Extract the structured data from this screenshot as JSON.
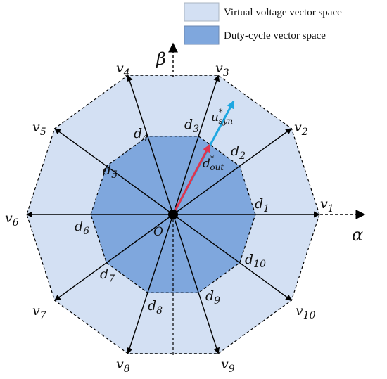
{
  "legend": {
    "items": [
      {
        "label": "Virtual voltage vector space",
        "color": "#d3e0f3"
      },
      {
        "label": "Duty-cycle vector space",
        "color": "#7fa7dd"
      }
    ]
  },
  "axes": {
    "alpha": "α",
    "beta": "β",
    "origin": "O"
  },
  "outer_vectors": [
    {
      "name": "v",
      "sub": "1"
    },
    {
      "name": "v",
      "sub": "2"
    },
    {
      "name": "v",
      "sub": "3"
    },
    {
      "name": "v",
      "sub": "4"
    },
    {
      "name": "v",
      "sub": "5"
    },
    {
      "name": "v",
      "sub": "6"
    },
    {
      "name": "v",
      "sub": "7"
    },
    {
      "name": "v",
      "sub": "8"
    },
    {
      "name": "v",
      "sub": "9"
    },
    {
      "name": "v",
      "sub": "10"
    }
  ],
  "inner_vectors": [
    {
      "name": "d",
      "sub": "1"
    },
    {
      "name": "d",
      "sub": "2"
    },
    {
      "name": "d",
      "sub": "3"
    },
    {
      "name": "d",
      "sub": "4"
    },
    {
      "name": "d",
      "sub": "5"
    },
    {
      "name": "d",
      "sub": "6"
    },
    {
      "name": "d",
      "sub": "7"
    },
    {
      "name": "d",
      "sub": "8"
    },
    {
      "name": "d",
      "sub": "9"
    },
    {
      "name": "d",
      "sub": "10"
    }
  ],
  "special_vectors": {
    "u_syn": {
      "name": "u",
      "sup": "*",
      "sub": "syn",
      "color": "#1ea7e1"
    },
    "d_out": {
      "name": "d",
      "sup": "*",
      "sub": "out",
      "color": "#e0344e"
    }
  },
  "colors": {
    "outer_fill": "#d3e0f3",
    "inner_fill": "#7fa7dd",
    "arrows": "#000000"
  }
}
